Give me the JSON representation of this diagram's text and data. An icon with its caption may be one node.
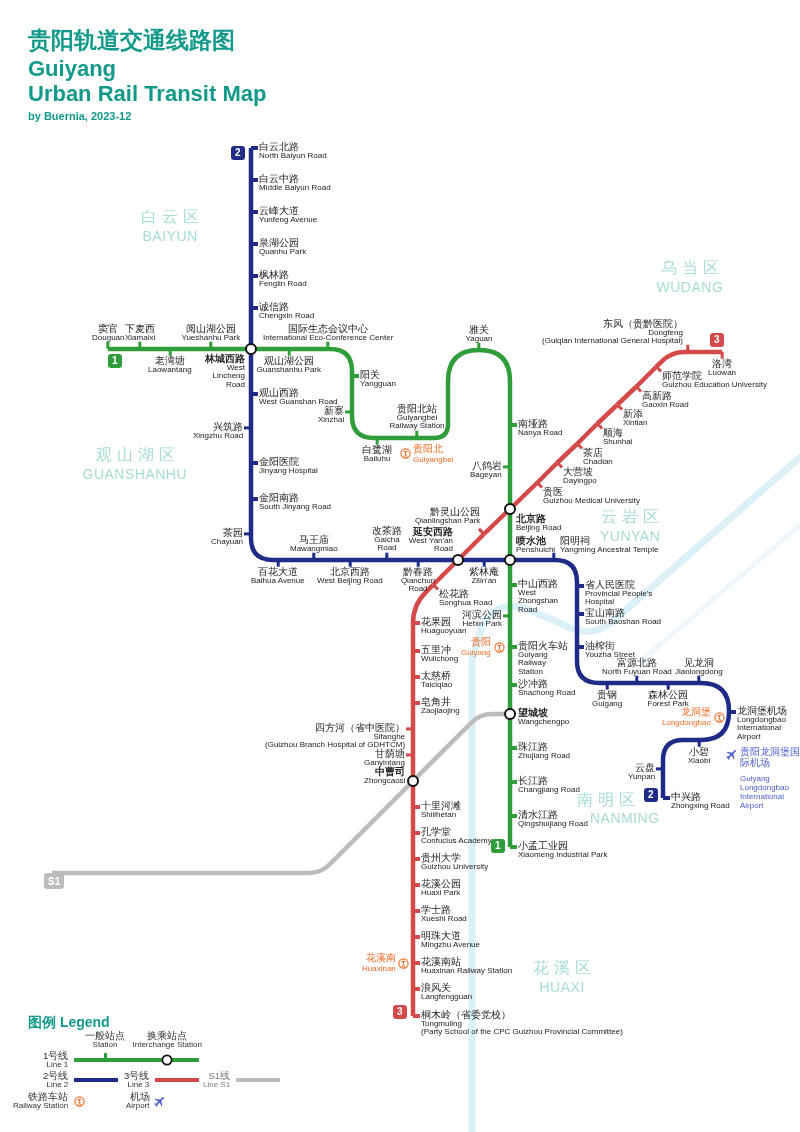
{
  "diagram": {
    "title": "贵阳轨道交通线路图",
    "nodes": [
      {
        "text": [
          "白云北路",
          "North Baiyun Road"
        ]
      },
      {
        "text": [
          "白云中路",
          "Middle Baiyun Road"
        ]
      },
      {
        "text": [
          "云峰大道",
          "Yunfeng Avenue"
        ]
      },
      {
        "text": [
          "泉湖公园",
          "Quanhu Park"
        ]
      },
      {
        "text": [
          "枫林路",
          "Fenglin Road"
        ]
      },
      {
        "text": [
          "诚信路",
          "Chengxin Road"
        ]
      },
      {
        "text": [
          "林城西路",
          "West Lincheng Road"
        ]
      },
      {
        "text": [
          "观山西路",
          "West Guanshan Road"
        ]
      },
      {
        "text": [
          "兴筑路",
          "Xingzhu Road"
        ]
      },
      {
        "text": [
          "金阳医院",
          "Jinyang Hospital"
        ]
      },
      {
        "text": [
          "金阳南路",
          "South Jinyang Road"
        ]
      },
      {
        "text": [
          "茶园",
          "Chayuan"
        ]
      },
      {
        "text": [
          "百花大道",
          "Baihua Avenue"
        ]
      },
      {
        "text": [
          "马王庙",
          "Mawangmiao"
        ]
      },
      {
        "text": [
          "北京西路",
          "West Beijing Road"
        ]
      },
      {
        "text": [
          "改茶路",
          "Gaicha Road"
        ]
      },
      {
        "text": [
          "黔春路",
          "Qianchun Road"
        ]
      },
      {
        "text": [
          "延安西路",
          "West Yan'an Road"
        ]
      },
      {
        "text": [
          "紫林庵",
          "Zilin'an"
        ]
      },
      {
        "text": [
          "喷水池",
          "Penshuichi"
        ]
      },
      {
        "text": [
          "阳明祠",
          "Yangming Ancestral Temple"
        ]
      },
      {
        "text": [
          "省人民医院",
          "Provincial People's Hospital"
        ]
      },
      {
        "text": [
          "宝山南路",
          "South Baoshan Road"
        ]
      },
      {
        "text": [
          "油榨街",
          "Youzha Street"
        ]
      },
      {
        "text": [
          "贵钢",
          "Guigang"
        ]
      },
      {
        "text": [
          "富源北路",
          "North Fuyuan Road"
        ]
      },
      {
        "text": [
          "森林公园",
          "Forest Park"
        ]
      },
      {
        "text": [
          "见龙洞",
          "Jianlongdong"
        ]
      },
      {
        "text": [
          "龙洞堡机场",
          "Longdongbao International Airport"
        ]
      },
      {
        "text": [
          "小碧",
          "Xiaobi"
        ]
      },
      {
        "text": [
          "云盘",
          "Yunpan"
        ]
      },
      {
        "text": [
          "中兴路",
          "Zhongxing Road"
        ]
      },
      {
        "text": [
          "窦官",
          "Douguan"
        ]
      },
      {
        "text": [
          "下麦西",
          "Xiamaixi"
        ]
      },
      {
        "text": [
          "老湾塘",
          "Laowantang"
        ]
      },
      {
        "text": [
          "阅山湖公园",
          "Yueshanhu Park"
        ]
      },
      {
        "text": [
          "观山湖公园",
          "Guanshanhu Park"
        ]
      },
      {
        "text": [
          "国际生态会议中心",
          "International Eco-Conference Center"
        ]
      },
      {
        "text": [
          "阳关",
          "Yangguan"
        ]
      },
      {
        "text": [
          "新寨",
          "Xinzhai"
        ]
      },
      {
        "text": [
          "白鹭湖",
          "Bailuhu"
        ]
      },
      {
        "text": [
          "贵阳北站",
          "Guiyangbei Railway Station"
        ]
      },
      {
        "text": [
          "雅关",
          "Yaguan"
        ]
      },
      {
        "text": [
          "南垭路",
          "Nanya Road"
        ]
      },
      {
        "text": [
          "八鸽岩",
          "Bageyan"
        ]
      },
      {
        "text": [
          "北京路",
          "Beijing Road"
        ]
      },
      {
        "text": [
          "中山西路",
          "West Zhongshan Road"
        ]
      },
      {
        "text": [
          "河滨公园",
          "Hebin Park"
        ]
      },
      {
        "text": [
          "贵阳火车站",
          "Guiyang Railway Station"
        ]
      },
      {
        "text": [
          "沙冲路",
          "Shachong Road"
        ]
      },
      {
        "text": [
          "望城坡",
          "Wangchengpo"
        ]
      },
      {
        "text": [
          "珠江路",
          "Zhujiang Road"
        ]
      },
      {
        "text": [
          "长江路",
          "Changjiang Road"
        ]
      },
      {
        "text": [
          "清水江路",
          "Qingshuijiang Road"
        ]
      },
      {
        "text": [
          "小孟工业园",
          "Xiaomeng Industrial Park"
        ]
      },
      {
        "text": [
          "洛湾",
          "Luowan"
        ]
      },
      {
        "text": [
          "东风（贵黔医院）",
          "Dongfeng",
          "(Guiqian International General Hospital)"
        ]
      },
      {
        "text": [
          "师范学院",
          "Guizhou Education University"
        ]
      },
      {
        "text": [
          "高新路",
          "Gaoxin Road"
        ]
      },
      {
        "text": [
          "新添",
          "Xintian"
        ]
      },
      {
        "text": [
          "顺海",
          "Shunhai"
        ]
      },
      {
        "text": [
          "茶店",
          "Chadian"
        ]
      },
      {
        "text": [
          "大营坡",
          "Dayingpo"
        ]
      },
      {
        "text": [
          "贵医",
          "Guizhou Medical University"
        ]
      },
      {
        "text": [
          "黔灵山公园",
          "Qianlingshan Park"
        ]
      },
      {
        "text": [
          "松花路",
          "Songhua Road"
        ]
      },
      {
        "text": [
          "花果园",
          "Huaguoyuan"
        ]
      },
      {
        "text": [
          "五里冲",
          "Wulichong"
        ]
      },
      {
        "text": [
          "太慈桥",
          "Taiciqiao"
        ]
      },
      {
        "text": [
          "皂角井",
          "Zaojiaojing"
        ]
      },
      {
        "text": [
          "四方河（省中医院）",
          "Sifanghe",
          "(Guizhou Branch Hospital of GDHTCM)"
        ]
      },
      {
        "text": [
          "甘荫塘",
          "Ganyintang"
        ]
      },
      {
        "text": [
          "中曹司",
          "Zhongcaosi"
        ]
      },
      {
        "text": [
          "十里河滩",
          "Shilihetan"
        ]
      },
      {
        "text": [
          "孔学堂",
          "Confucius Academy"
        ]
      },
      {
        "text": [
          "贵州大学",
          "Guizhou University"
        ]
      },
      {
        "text": [
          "花溪公园",
          "Huaxi Park"
        ]
      },
      {
        "text": [
          "学士路",
          "Xueshi Road"
        ]
      },
      {
        "text": [
          "明珠大道",
          "Mingzhu Avenue"
        ]
      },
      {
        "text": [
          "花溪南站",
          "Huaxinan Railway Station"
        ]
      },
      {
        "text": [
          "浪风关",
          "Langfengguan"
        ]
      },
      {
        "text": [
          "桐木岭（省委党校）",
          "Tongmuling",
          "(Party School of the CPC Guizhou Provincial Committee)"
        ]
      },
      {
        "text": [
          "S1"
        ]
      }
    ],
    "edges": [
      {
        "from": 0,
        "to": 1,
        "arrow": "none",
        "color": "#1f2b87"
      },
      {
        "from": 1,
        "to": 2,
        "arrow": "none",
        "color": "#1f2b87"
      },
      {
        "from": 2,
        "to": 3,
        "arrow": "none",
        "color": "#1f2b87"
      },
      {
        "from": 3,
        "to": 4,
        "arrow": "none",
        "color": "#1f2b87"
      },
      {
        "from": 4,
        "to": 5,
        "arrow": "none",
        "color": "#1f2b87"
      },
      {
        "from": 5,
        "to": 6,
        "arrow": "none",
        "color": "#1f2b87"
      },
      {
        "from": 6,
        "to": 7,
        "arrow": "none",
        "color": "#1f2b87"
      },
      {
        "from": 7,
        "to": 8,
        "arrow": "none",
        "color": "#1f2b87"
      },
      {
        "from": 8,
        "to": 9,
        "arrow": "none",
        "color": "#1f2b87"
      },
      {
        "from": 9,
        "to": 10,
        "arrow": "none",
        "color": "#1f2b87"
      },
      {
        "from": 10,
        "to": 11,
        "arrow": "none",
        "color": "#1f2b87"
      },
      {
        "from": 11,
        "to": 12,
        "arrow": "none",
        "color": "#1f2b87"
      },
      {
        "from": 12,
        "to": 13,
        "arrow": "none",
        "color": "#1f2b87"
      },
      {
        "from": 13,
        "to": 14,
        "arrow": "none",
        "color": "#1f2b87"
      },
      {
        "from": 14,
        "to": 15,
        "arrow": "none",
        "color": "#1f2b87"
      },
      {
        "from": 15,
        "to": 16,
        "arrow": "none",
        "color": "#1f2b87"
      },
      {
        "from": 16,
        "to": 17,
        "arrow": "none",
        "color": "#1f2b87"
      },
      {
        "from": 17,
        "to": 18,
        "arrow": "none",
        "color": "#1f2b87"
      },
      {
        "from": 18,
        "to": 19,
        "arrow": "none",
        "color": "#1f2b87"
      },
      {
        "from": 19,
        "to": 20,
        "arrow": "none",
        "color": "#1f2b87"
      },
      {
        "from": 20,
        "to": 21,
        "arrow": "none",
        "color": "#1f2b87"
      },
      {
        "from": 21,
        "to": 22,
        "arrow": "none",
        "color": "#1f2b87"
      },
      {
        "from": 22,
        "to": 23,
        "arrow": "none",
        "color": "#1f2b87"
      },
      {
        "from": 23,
        "to": 24,
        "arrow": "none",
        "color": "#1f2b87"
      },
      {
        "from": 24,
        "to": 25,
        "arrow": "none",
        "color": "#1f2b87"
      },
      {
        "from": 25,
        "to": 26,
        "arrow": "none",
        "color": "#1f2b87"
      },
      {
        "from": 26,
        "to": 27,
        "arrow": "none",
        "color": "#1f2b87"
      },
      {
        "from": 27,
        "to": 28,
        "arrow": "none",
        "color": "#1f2b87"
      },
      {
        "from": 28,
        "to": 29,
        "arrow": "none",
        "color": "#1f2b87"
      },
      {
        "from": 29,
        "to": 30,
        "arrow": "none",
        "color": "#1f2b87"
      },
      {
        "from": 30,
        "to": 31,
        "arrow": "none",
        "color": "#1f2b87"
      },
      {
        "from": 32,
        "to": 33,
        "arrow": "none",
        "color": "#2e9d3a"
      },
      {
        "from": 33,
        "to": 34,
        "arrow": "none",
        "color": "#2e9d3a"
      },
      {
        "from": 34,
        "to": 35,
        "arrow": "none",
        "color": "#2e9d3a"
      },
      {
        "from": 35,
        "to": 6,
        "arrow": "none",
        "color": "#2e9d3a"
      },
      {
        "from": 6,
        "to": 36,
        "arrow": "none",
        "color": "#2e9d3a"
      },
      {
        "from": 36,
        "to": 37,
        "arrow": "none",
        "color": "#2e9d3a"
      },
      {
        "from": 37,
        "to": 38,
        "arrow": "none",
        "color": "#2e9d3a"
      },
      {
        "from": 38,
        "to": 39,
        "arrow": "none",
        "color": "#2e9d3a"
      },
      {
        "from": 39,
        "to": 40,
        "arrow": "none",
        "color": "#2e9d3a"
      },
      {
        "from": 40,
        "to": 41,
        "arrow": "none",
        "color": "#2e9d3a"
      },
      {
        "from": 41,
        "to": 42,
        "arrow": "none",
        "color": "#2e9d3a"
      },
      {
        "from": 42,
        "to": 43,
        "arrow": "none",
        "color": "#2e9d3a"
      },
      {
        "from": 43,
        "to": 44,
        "arrow": "none",
        "color": "#2e9d3a"
      },
      {
        "from": 44,
        "to": 45,
        "arrow": "none",
        "color": "#2e9d3a"
      },
      {
        "from": 45,
        "to": 19,
        "arrow": "none",
        "color": "#2e9d3a"
      },
      {
        "from": 19,
        "to": 46,
        "arrow": "none",
        "color": "#2e9d3a"
      },
      {
        "from": 46,
        "to": 47,
        "arrow": "none",
        "color": "#2e9d3a"
      },
      {
        "from": 47,
        "to": 48,
        "arrow": "none",
        "color": "#2e9d3a"
      },
      {
        "from": 48,
        "to": 49,
        "arrow": "none",
        "color": "#2e9d3a"
      },
      {
        "from": 49,
        "to": 50,
        "arrow": "none",
        "color": "#2e9d3a"
      },
      {
        "from": 50,
        "to": 51,
        "arrow": "none",
        "color": "#2e9d3a"
      },
      {
        "from": 51,
        "to": 52,
        "arrow": "none",
        "color": "#2e9d3a"
      },
      {
        "from": 52,
        "to": 53,
        "arrow": "none",
        "color": "#2e9d3a"
      },
      {
        "from": 53,
        "to": 54,
        "arrow": "none",
        "color": "#2e9d3a"
      },
      {
        "from": 55,
        "to": 56,
        "arrow": "none",
        "color": "#d44a4a"
      },
      {
        "from": 56,
        "to": 57,
        "arrow": "none",
        "color": "#d44a4a"
      },
      {
        "from": 57,
        "to": 58,
        "arrow": "none",
        "color": "#d44a4a"
      },
      {
        "from": 58,
        "to": 59,
        "arrow": "none",
        "color": "#d44a4a"
      },
      {
        "from": 59,
        "to": 60,
        "arrow": "none",
        "color": "#d44a4a"
      },
      {
        "from": 60,
        "to": 61,
        "arrow": "none",
        "color": "#d44a4a"
      },
      {
        "from": 61,
        "to": 62,
        "arrow": "none",
        "color": "#d44a4a"
      },
      {
        "from": 62,
        "to": 63,
        "arrow": "none",
        "color": "#d44a4a"
      },
      {
        "from": 63,
        "to": 45,
        "arrow": "none",
        "color": "#d44a4a"
      },
      {
        "from": 45,
        "to": 64,
        "arrow": "none",
        "color": "#d44a4a"
      },
      {
        "from": 64,
        "to": 17,
        "arrow": "none",
        "color": "#d44a4a"
      },
      {
        "from": 17,
        "to": 65,
        "arrow": "none",
        "color": "#d44a4a"
      },
      {
        "from": 65,
        "to": 66,
        "arrow": "none",
        "color": "#d44a4a"
      },
      {
        "from": 66,
        "to": 67,
        "arrow": "none",
        "color": "#d44a4a"
      },
      {
        "from": 67,
        "to": 68,
        "arrow": "none",
        "color": "#d44a4a"
      },
      {
        "from": 68,
        "to": 69,
        "arrow": "none",
        "color": "#d44a4a"
      },
      {
        "from": 69,
        "to": 70,
        "arrow": "none",
        "color": "#d44a4a"
      },
      {
        "from": 70,
        "to": 71,
        "arrow": "none",
        "color": "#d44a4a"
      },
      {
        "from": 71,
        "to": 72,
        "arrow": "none",
        "color": "#d44a4a"
      },
      {
        "from": 72,
        "to": 73,
        "arrow": "none",
        "color": "#d44a4a"
      },
      {
        "from": 73,
        "to": 74,
        "arrow": "none",
        "color": "#d44a4a"
      },
      {
        "from": 74,
        "to": 75,
        "arrow": "none",
        "color": "#d44a4a"
      },
      {
        "from": 75,
        "to": 76,
        "arrow": "none",
        "color": "#d44a4a"
      },
      {
        "from": 76,
        "to": 77,
        "arrow": "none",
        "color": "#d44a4a"
      },
      {
        "from": 77,
        "to": 78,
        "arrow": "none",
        "color": "#d44a4a"
      },
      {
        "from": 78,
        "to": 79,
        "arrow": "none",
        "color": "#d44a4a"
      },
      {
        "from": 79,
        "to": 80,
        "arrow": "none",
        "color": "#d44a4a"
      },
      {
        "from": 80,
        "to": 81,
        "arrow": "none",
        "color": "#d44a4a"
      },
      {
        "from": 50,
        "to": 72,
        "arrow": "none",
        "color": "#bcbcbc"
      },
      {
        "from": 72,
        "to": 82,
        "arrow": "none",
        "color": "#bcbcbc"
      }
    ],
    "labels": [
      "Guiyang Urban Rail Transit Map",
      "by Buernia, 2023-12",
      "2",
      "白云区",
      "BAIYUN",
      "1",
      "乌当区",
      "WUDANG",
      "3",
      "观山湖区",
      "GUANSHANHU",
      "贵阳北",
      "Guiyangbei",
      "云岩区",
      "YUNYAN",
      "贵阳",
      "Guiyang",
      "龙洞堡",
      "Longdongbao",
      "贵阳龙洞堡国际机场",
      "Guiyang Longdongbao International Airport",
      "2",
      "南明区",
      "NANMING",
      "1",
      "花溪南",
      "Huaxinan",
      "花溪区",
      "HUAXI",
      "3",
      "图例 Legend"
    ],
    "legend": [
      {
        "text": "一般站点 Station"
      },
      {
        "text": "换乘站点 Interchange Station"
      },
      {
        "text": "1号线 Line 1",
        "color": "#2e9d3a"
      },
      {
        "text": "2号线 Line 2",
        "color": "#1f2b87"
      },
      {
        "text": "3号线 Line 3",
        "color": "#d44a4a"
      },
      {
        "text": "S1线 Line S1",
        "color": "#bcbcbc"
      },
      {
        "text": "铁路车站 Railway Station"
      },
      {
        "text": "机场 Airport"
      }
    ]
  }
}
